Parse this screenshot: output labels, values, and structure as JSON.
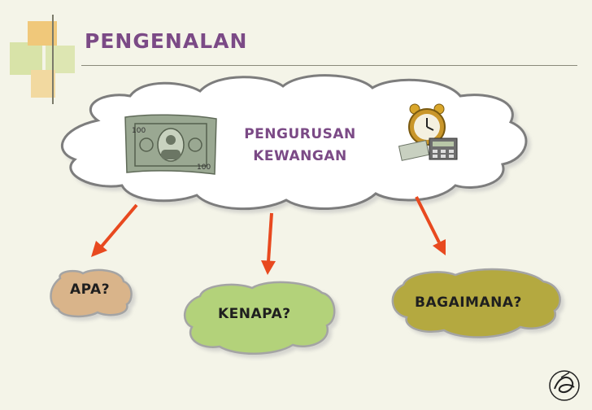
{
  "slide": {
    "title": "PENGENALAN",
    "center": {
      "line1": "PENGURUSAN",
      "line2": "KEWANGAN"
    },
    "bubbles": [
      {
        "label": "APA?",
        "color": "#d9b48a"
      },
      {
        "label": "KENAPA?",
        "color": "#b3d27a"
      },
      {
        "label": "BAGAIMANA?",
        "color": "#b4a93f"
      }
    ],
    "colors": {
      "title": "#7b4a86",
      "arrow": "#e8491f",
      "cloud_fill": "#ffffff",
      "cloud_stroke": "#7d7d7d",
      "background": "#f4f4e8"
    },
    "icons": [
      "money-icon",
      "clock-calculator-icon",
      "signature-logo-icon"
    ]
  }
}
